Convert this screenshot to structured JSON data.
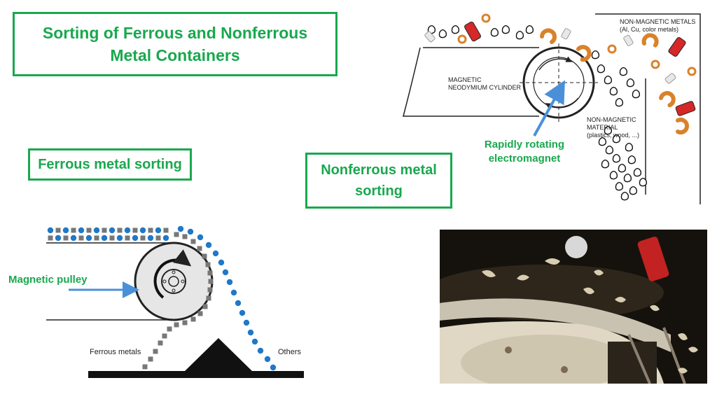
{
  "title": "Sorting of Ferrous and Nonferrous Metal Containers",
  "ferrous_heading": "Ferrous metal sorting",
  "nonferrous_heading": "Nonferrous metal sorting",
  "ferrous_diagram": {
    "pulley_label": "Magnetic pulley",
    "ferrous_metals_label": "Ferrous metals",
    "others_label": "Others"
  },
  "nonferrous_diagram": {
    "non_magnetic_metals_label": "NON-MAGNETIC METALS",
    "non_magnetic_metals_sub": "(Al, Cu, color metals)",
    "cylinder_label_1": "MAGNETIC",
    "cylinder_label_2": "NEODYMIUM CYLINDER",
    "non_magnetic_material_1": "NON-MAGNETIC",
    "non_magnetic_material_2": "MATERIAL",
    "non_magnetic_material_3": "(plastics, wood, ...)",
    "electromagnet_label": "Rapidly rotating electromagnet"
  },
  "colors": {
    "green": "#19a84e",
    "blue_dot": "#1f78c8",
    "grey_square": "#777777",
    "arrow_blue": "#4a90d9",
    "can_red": "#d62828",
    "nonferrous_orange": "#d9822b"
  }
}
